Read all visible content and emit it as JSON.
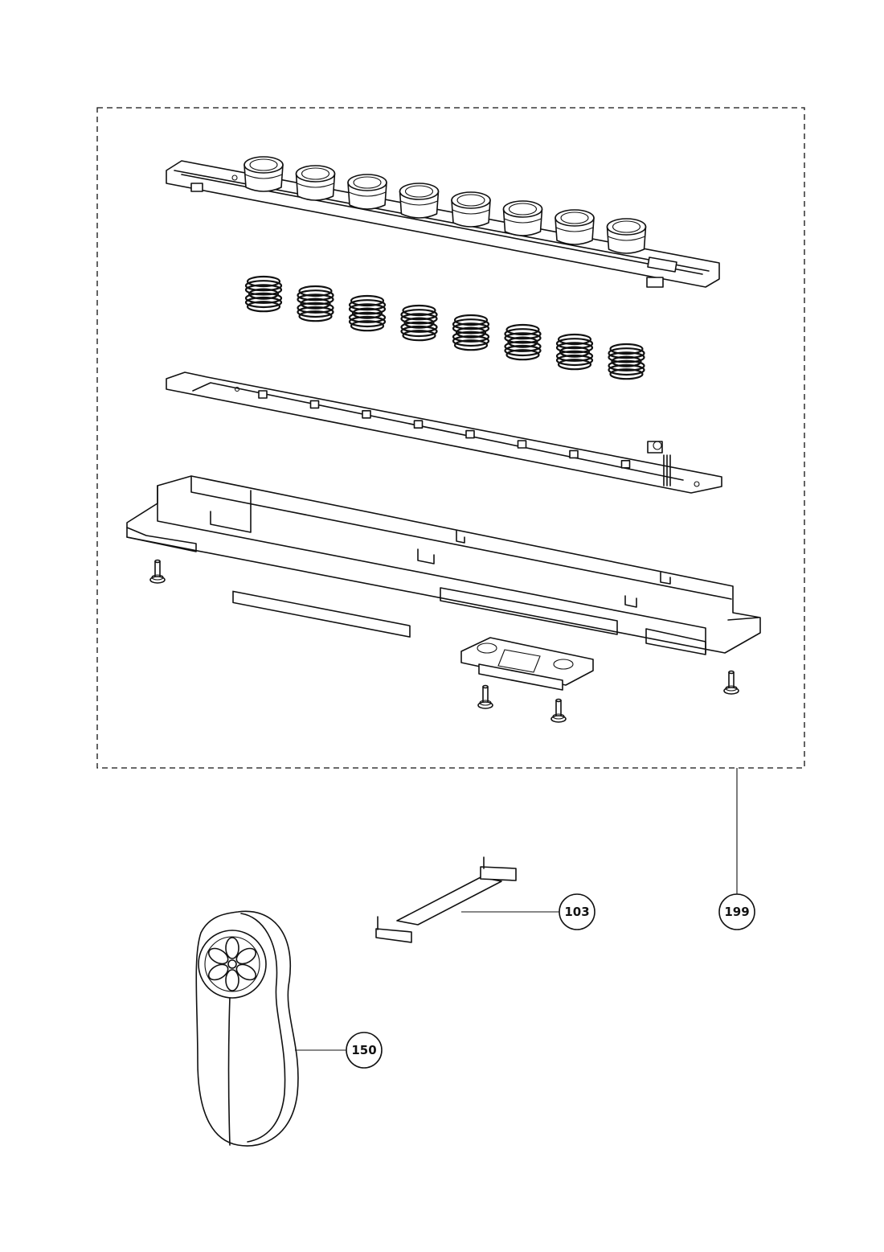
{
  "callouts": {
    "assembly": "199",
    "cable": "103",
    "remote": "150"
  },
  "parts": {
    "button_count": 8,
    "spring_count": 8,
    "led_count": 8
  },
  "colors": {
    "line": "#111111",
    "background": "#ffffff"
  }
}
